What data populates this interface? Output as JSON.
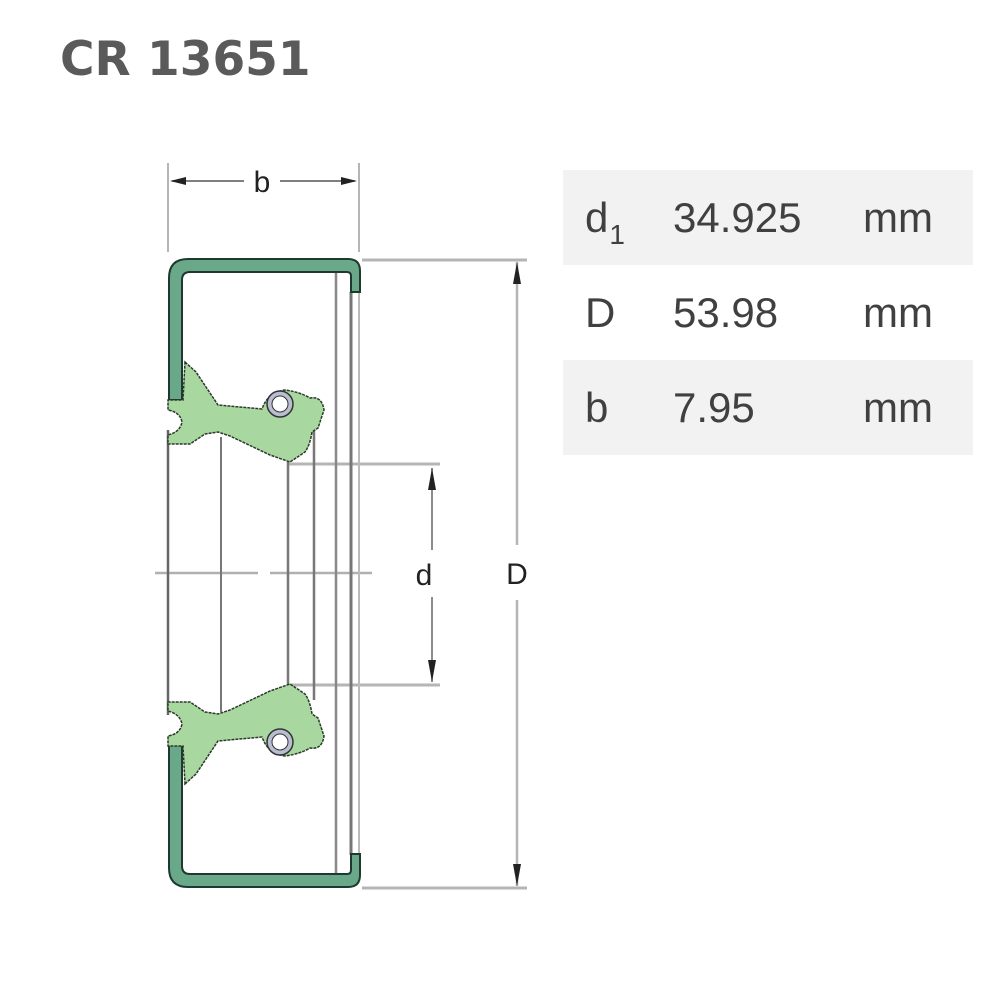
{
  "title": "CR 13651",
  "diagram": {
    "labels": {
      "width": "b",
      "bore": "d",
      "outer": "D"
    },
    "colors": {
      "case": "#6aa88a",
      "case_outline": "#1e3a2e",
      "lip": "#a8d8a0",
      "lip_outline": "#2a3a2a",
      "spring": "#9aa0b8",
      "lines": "#b0b0b0",
      "dark_lines": "#6a6a6a"
    }
  },
  "specs": {
    "rows": [
      {
        "symbol": "d",
        "subscript": "1",
        "value": "34.925",
        "unit": "mm",
        "shaded": true
      },
      {
        "symbol": "D",
        "subscript": "",
        "value": "53.98",
        "unit": "mm",
        "shaded": false
      },
      {
        "symbol": "b",
        "subscript": "",
        "value": "7.95",
        "unit": "mm",
        "shaded": true
      }
    ]
  }
}
